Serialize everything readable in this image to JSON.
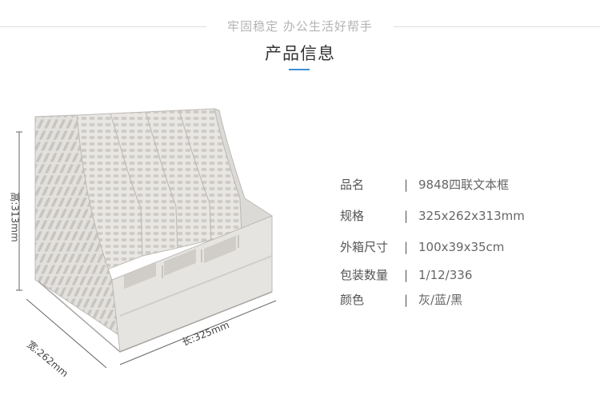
{
  "header": {
    "tagline": "牢固稳定  办公生活好帮手",
    "title": "产品信息"
  },
  "dimensions": {
    "height_label": "高:313mm",
    "width_label": "宽:262mm",
    "length_label": "长:325mm"
  },
  "specs": [
    {
      "label": "品名",
      "value": "9848四联文本框"
    },
    {
      "label": "规格",
      "value": "325x262x313mm"
    },
    {
      "label": "外箱尺寸",
      "value": "100x39x35cm"
    },
    {
      "label": "包装数量",
      "value": "1/12/336"
    },
    {
      "label": "颜色",
      "value": "灰/蓝/黑"
    }
  ],
  "colors": {
    "accent": "#3b8fd8",
    "product": "#e9e7e4"
  }
}
